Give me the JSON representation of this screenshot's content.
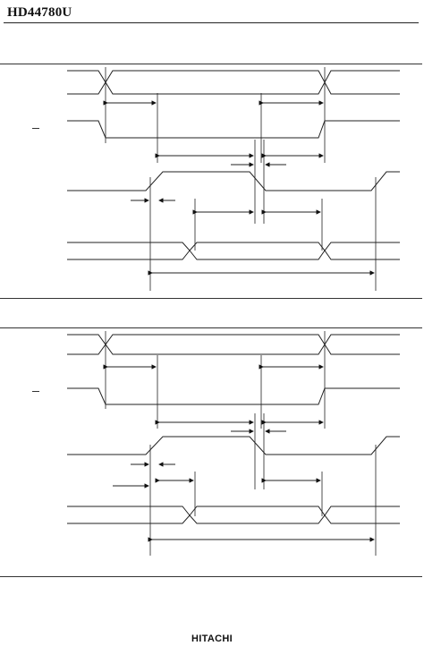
{
  "page": {
    "header_title": "HD44780U",
    "footer_brand": "HITACHI"
  },
  "figures": [
    {
      "name": "read-timing-figure"
    },
    {
      "name": "write-timing-figure"
    }
  ]
}
